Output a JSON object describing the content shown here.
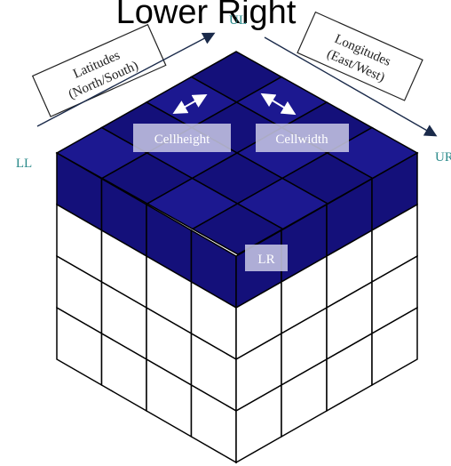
{
  "title": "Lower Right",
  "corner_labels": {
    "upper_left": "UL",
    "lower_left": "LL",
    "upper_right": "UR",
    "lower_right": "LR"
  },
  "axis_labels": {
    "latitudes_line1": "Latitudes",
    "latitudes_line2": "(North/South)",
    "longitudes_line1": "Longitudes",
    "longitudes_line2": "(East/West)"
  },
  "cell_labels": {
    "cellheight": "Cellheight",
    "cellwidth": "Cellwidth"
  },
  "colors": {
    "top_face": "#14107a",
    "top_face_light": "#1c1890",
    "grid_line": "#000000",
    "label_box": "#c9c9e6",
    "label_text": "#ffffff",
    "corner_text": "#2a8a8a",
    "arrow": "#1a2a4a"
  }
}
